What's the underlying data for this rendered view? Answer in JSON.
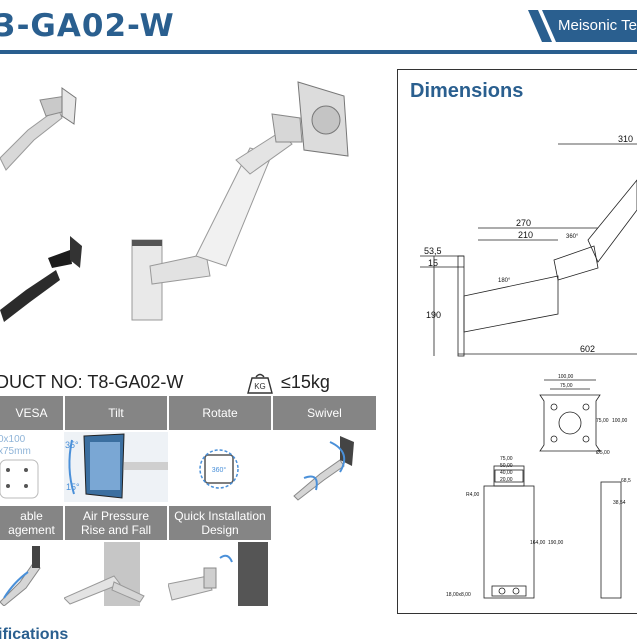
{
  "header": {
    "model_title": "3-GA02-W",
    "brand": "Meisonic Te"
  },
  "product": {
    "product_no": "DUCT NO:  T8-GA02-W",
    "kg_badge": "KG",
    "weight": "≤15kg"
  },
  "features_row1": [
    "VESA",
    "Tilt",
    "Rotate",
    "Swivel"
  ],
  "features_row2": [
    "able\nagement",
    "Air Pressure\nRise and Fall",
    "Quick Installation\nDesign"
  ],
  "vesa_sizes": [
    "0x100",
    "x75mm"
  ],
  "tilt_angles": [
    "35°",
    "15°"
  ],
  "rotate_angle": "360°",
  "dimensions": {
    "title": "Dimensions",
    "labels": {
      "d310": "310",
      "d270": "270",
      "d210": "210",
      "d53_5": "53,5",
      "d15": "15",
      "d190": "190",
      "d602": "602",
      "a180": "180°",
      "a360": "360°",
      "p100": "100,00",
      "p75": "75,00",
      "p75v": "75,00",
      "p100v": "100,00",
      "p5": "Ø5,00",
      "b75": "75,00",
      "b50": "50,00",
      "b40": "40,00",
      "b20": "20,00",
      "b84": "R4,00",
      "b164": "164,00",
      "b190": "190,00",
      "b18": "18,00x8,00",
      "s68": "68,5",
      "s38": "38,54"
    }
  },
  "footer": {
    "text": "ifications"
  },
  "colors": {
    "accent": "#2a5f8f",
    "header_cell": "#858585",
    "vesa_text": "#8fb4d8"
  }
}
